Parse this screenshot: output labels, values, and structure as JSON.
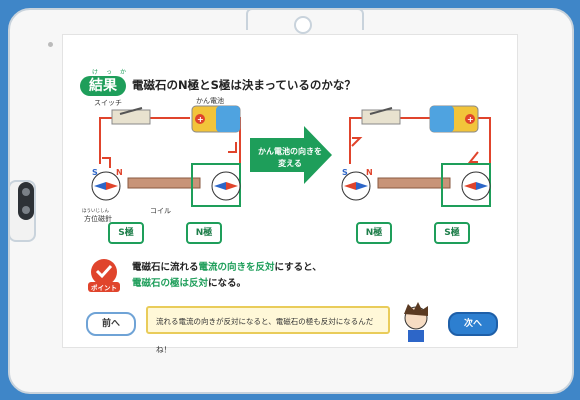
{
  "header": {
    "badge": "結果",
    "badge_ruby": "けっか",
    "title": "電磁石のN極とS極は決まっているのかな？"
  },
  "left_diagram": {
    "switch_label": "スイッチ",
    "battery_label": "かん電池",
    "coil_label": "コイル",
    "compass_label": "方位磁針",
    "compass_ruby": "ほういじしん",
    "s_marker": "S",
    "n_marker": "N",
    "pole_left": "S極",
    "pole_right": "N極"
  },
  "change_arrow": {
    "text": "かん電池の向きを変える"
  },
  "right_diagram": {
    "s_marker": "S",
    "n_marker": "N",
    "pole_left": "N極",
    "pole_right": "S極"
  },
  "point": {
    "icon_label": "ポイント",
    "line1_a": "電磁石に流れる",
    "line1_b": "電流の向きを反対",
    "line1_c": "にすると、",
    "line2_a": "電磁石の極は反対",
    "line2_b": "になる。"
  },
  "nav": {
    "prev_label": "前へ",
    "next_label": "次へ",
    "message": "流れる電流の向きが反対になると、電磁石の極も反対になるんだね！"
  },
  "colors": {
    "accent_green": "#1e9e5a",
    "wire_red": "#e0442c",
    "frame_blue": "#3f86c8"
  }
}
